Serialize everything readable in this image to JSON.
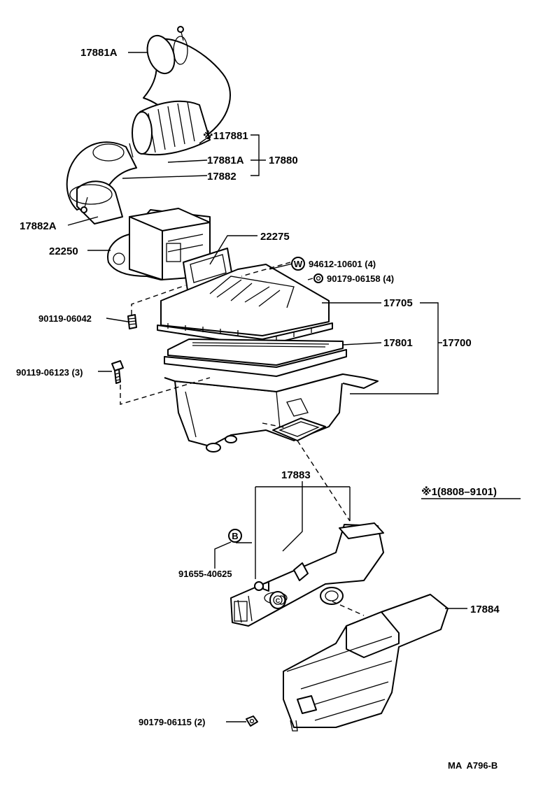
{
  "diagram": {
    "code": "MA  A796-B",
    "range_note": "※1(8808–9101)",
    "labels": {
      "p17881A_top": "17881A",
      "p17881_mark": "※1",
      "p17881": "17881",
      "p17881A_mid": "17881A",
      "p17880": "17880",
      "p17882": "17882",
      "p17882A": "17882A",
      "p22250": "22250",
      "p22275": "22275",
      "p94612": "94612-10601 (4)",
      "p90179_06158": "90179-06158 (4)",
      "p17705": "17705",
      "p90119_06042": "90119-06042",
      "p17801": "17801",
      "p17700": "17700",
      "p90119_06123": "90119-06123 (3)",
      "p17883": "17883",
      "p91655": "91655-40625",
      "p17884": "17884",
      "p90179_06115": "90179-06115 (2)"
    },
    "markers": {
      "washer": "W",
      "b_marker": "B",
      "c_marker": "C"
    }
  }
}
